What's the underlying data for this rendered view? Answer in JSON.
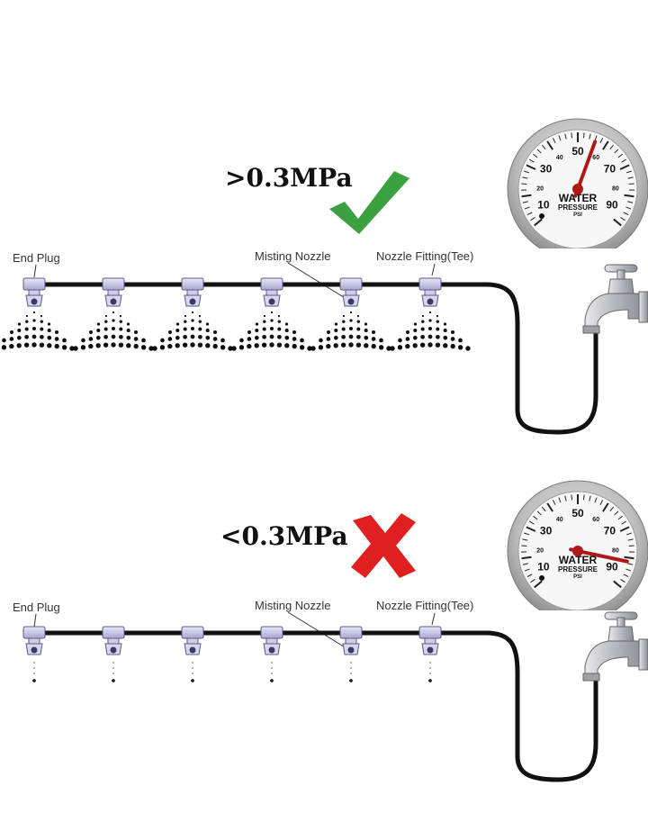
{
  "panels": [
    {
      "id": "top",
      "pressure_text": ">0.3MPa",
      "status": "ok",
      "status_icon": "check-icon",
      "status_color": "#3aa040",
      "spray": "full-mist",
      "gauge": {
        "numbers": [
          "10",
          "20",
          "30",
          "40",
          "50",
          "60",
          "70",
          "80",
          "90"
        ],
        "words": [
          "WATER",
          "PRESSURE",
          "PSI"
        ],
        "needle_color": "#b01818"
      },
      "labels": {
        "end_plug": "End Plug",
        "misting_nozzle": "Misting Nozzle",
        "nozzle_fitting": "Nozzle Fitting(Tee)"
      }
    },
    {
      "id": "bottom",
      "pressure_text": "<0.3MPa",
      "status": "fail",
      "status_icon": "cross-icon",
      "status_color": "#e02020",
      "spray": "drip",
      "gauge": {
        "numbers": [
          "10",
          "20",
          "30",
          "40",
          "50",
          "60",
          "70",
          "80",
          "90"
        ],
        "words": [
          "WATER",
          "PRESSURE",
          "PSI"
        ],
        "needle_color": "#b01818"
      },
      "labels": {
        "end_plug": "End Plug",
        "misting_nozzle": "Misting Nozzle",
        "nozzle_fitting": "Nozzle Fitting(Tee)"
      }
    }
  ]
}
